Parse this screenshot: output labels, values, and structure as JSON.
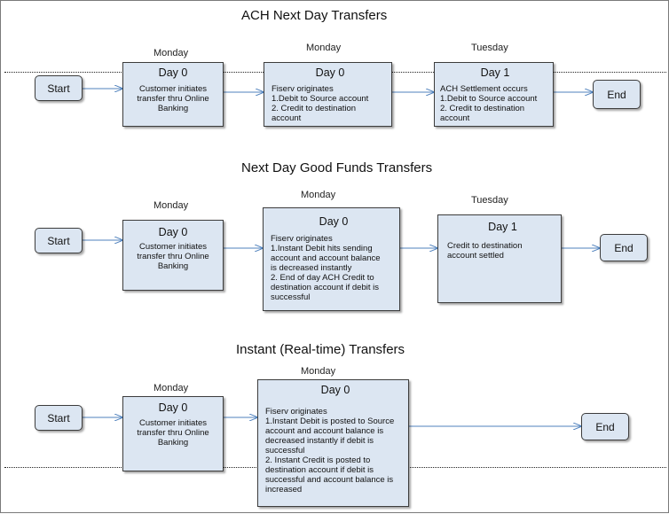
{
  "ach": {
    "title": "ACH Next Day Transfers",
    "start": "Start",
    "end": "End",
    "step1": {
      "day_name": "Monday",
      "header": "Day 0",
      "lines": [
        "Customer initiates",
        "transfer thru Online",
        "Banking"
      ]
    },
    "step2": {
      "day_name": "Monday",
      "header": "Day 0",
      "lines": [
        "Fiserv originates",
        "1.Debit to Source account",
        "2.  Credit to destination",
        "account"
      ]
    },
    "step3": {
      "day_name": "Tuesday",
      "header": "Day 1",
      "lines": [
        "ACH Settlement occurs",
        "1.Debit to Source account",
        "2.  Credit to destination",
        "account"
      ]
    }
  },
  "good_funds": {
    "title": "Next Day Good Funds  Transfers",
    "start": "Start",
    "end": "End",
    "step1": {
      "day_name": "Monday",
      "header": "Day 0",
      "lines": [
        "Customer initiates",
        "transfer thru Online",
        "Banking"
      ]
    },
    "step2": {
      "day_name": "Monday",
      "header": "Day 0",
      "lines": [
        "Fiserv originates",
        "1.Instant Debit hits sending",
        "account and account balance",
        "is decreased instantly",
        "2.  End of day ACH Credit to",
        "destination account if debit is",
        "successful"
      ]
    },
    "step3": {
      "day_name": "Tuesday",
      "header": "Day 1",
      "lines": [
        "Credit to destination",
        "account settled"
      ]
    }
  },
  "instant": {
    "title": "Instant  (Real-time)  Transfers",
    "start": "Start",
    "end": "End",
    "step1": {
      "day_name": "Monday",
      "header": "Day 0",
      "lines": [
        "Customer initiates",
        "transfer thru Online",
        "Banking"
      ]
    },
    "step2": {
      "day_name": "Monday",
      "header": "Day 0",
      "lines": [
        "Fiserv originates",
        "1.Instant Debit is posted to Source",
        "account and account balance is",
        "decreased instantly if debit is",
        "successful",
        "2. Instant Credit is posted to",
        "destination account  if debit is",
        "successful and account balance is",
        "increased"
      ]
    }
  },
  "colors": {
    "box_fill": "#dce6f2",
    "arrow": "#4f81bd",
    "border": "#3c3c3c"
  }
}
